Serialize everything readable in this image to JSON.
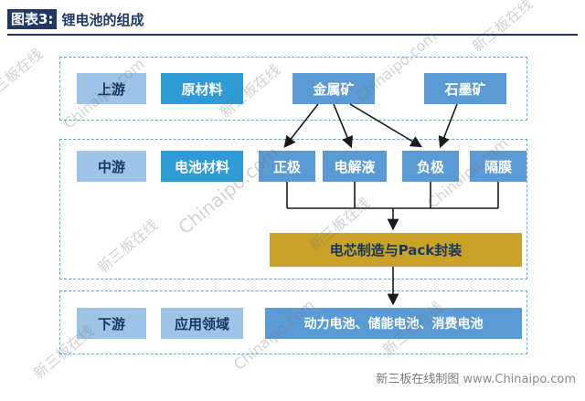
{
  "title": {
    "tag": "图表3:",
    "text": "锂电池的组成"
  },
  "rows": {
    "upstream": {
      "stage": "上游",
      "category": "原材料",
      "node1": "金属矿",
      "node2": "石墨矿"
    },
    "midstream": {
      "stage": "中游",
      "category": "电池材料",
      "node1": "正极",
      "node2": "电解液",
      "node3": "负极",
      "node4": "隔膜"
    },
    "pack": {
      "label": "电芯制造与Pack封装"
    },
    "downstream": {
      "stage": "下游",
      "category": "应用领域",
      "node1": "动力电池、储能电池、消费电池"
    }
  },
  "footer": {
    "credit": "新三板在线制图",
    "url": "www.Chinaipo.com"
  },
  "watermarks": [
    "新三板在线",
    "Chinaipo.com",
    "新三板在线",
    "Chinaipo.com",
    "新三板在线",
    "Chinaipo.com",
    "新三板在线",
    "新三板在线",
    "Chinaipo.com",
    "新三板在线",
    "Chinaipo.com",
    "新三板在线"
  ],
  "colors": {
    "accent_navy": "#1F3864",
    "light_blue": "#9DC3E6",
    "bright_blue": "#2E9BD6",
    "node_blue": "#5B9BD5",
    "gold": "#C9A227",
    "dashed_border": "#56AEDC"
  }
}
